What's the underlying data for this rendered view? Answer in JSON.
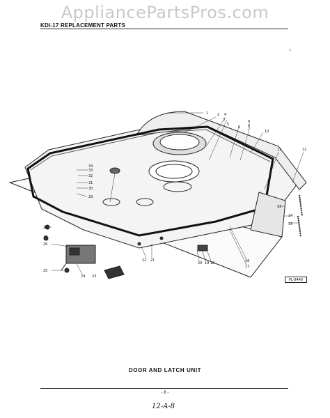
{
  "watermark": "AppliancePartsPros.com",
  "header": {
    "title": "KDI-17 REPLACEMENT PARTS"
  },
  "corner_mark": "r",
  "callouts": {
    "c1": "1",
    "c2": "2",
    "c3": "3",
    "c4": "4",
    "c5": "5",
    "c6": "6",
    "c7": "7",
    "c8": "8",
    "c9": "9",
    "c10": "10",
    "c11": "11",
    "c12": "12",
    "c13": "13",
    "c14": "14",
    "c15": "15",
    "c16": "16",
    "c17": "17",
    "c18": "18",
    "c19": "19",
    "c20": "20",
    "c21": "21",
    "c22": "22",
    "c23": "23",
    "c24": "24",
    "c25": "25",
    "c26": "26",
    "c27": "27",
    "c28": "28",
    "c29": "29",
    "c30": "30",
    "c31": "31",
    "c32": "32",
    "c33": "33",
    "c34": "34"
  },
  "reference_code": "PL-9440",
  "caption": "DOOR AND LATCH UNIT",
  "page_number": "- 8 -",
  "handwritten_note": "12-A-8"
}
